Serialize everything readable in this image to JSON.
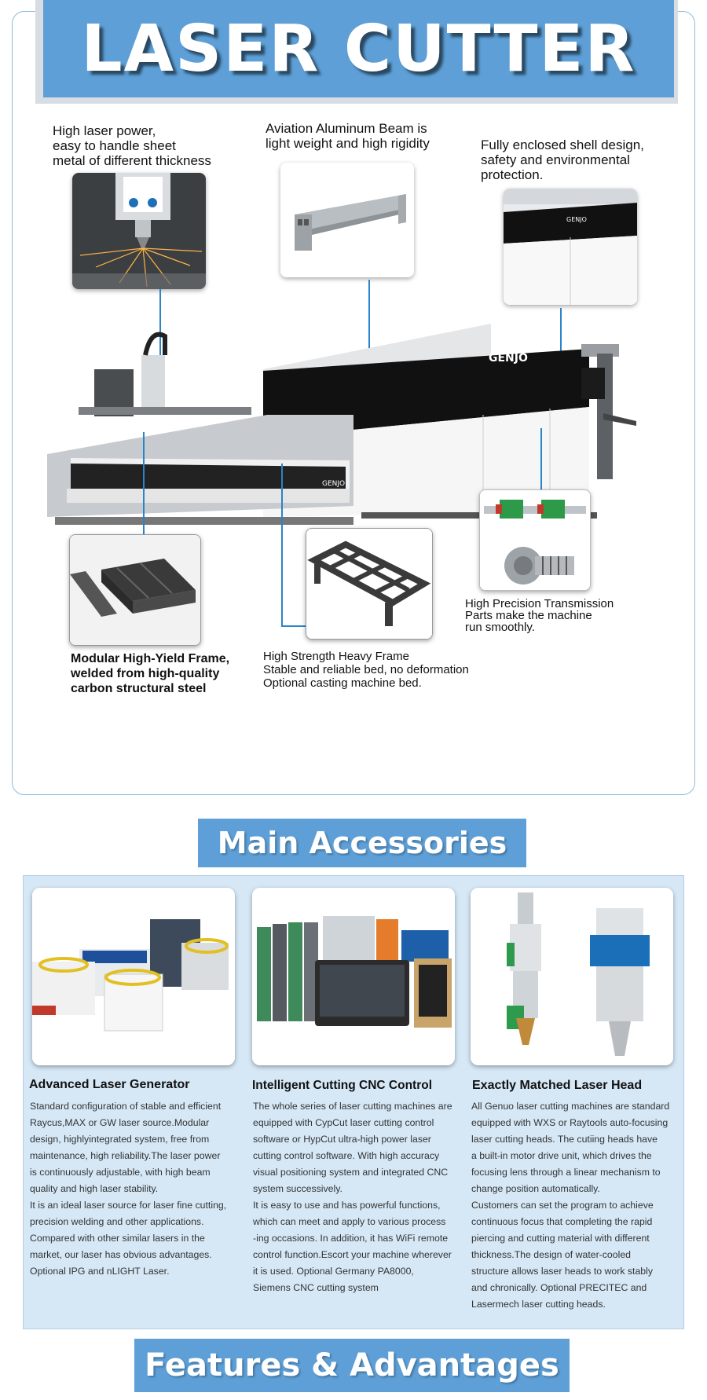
{
  "header": {
    "title": "LASER CUTTER"
  },
  "callouts": {
    "laser_power": [
      "High laser power,",
      "easy to handle sheet",
      "metal of different thickness"
    ],
    "beam": [
      "Aviation Aluminum Beam is",
      "light weight and high rigidity"
    ],
    "shell": [
      "Fully enclosed shell design,",
      "safety and environmental",
      "protection."
    ],
    "transmission": [
      "High Precision Transmission",
      "Parts make the machine",
      "run smoothly."
    ],
    "frame": [
      "Modular High-Yield Frame,",
      "welded from high-quality",
      "carbon structural steel"
    ],
    "bed": [
      "High Strength Heavy Frame",
      "Stable and reliable bed, no deformation",
      "Optional casting machine bed."
    ]
  },
  "machine_brand": "GENJO",
  "accessories": {
    "heading": "Main Accessories",
    "items": [
      {
        "title": "Advanced Laser Generator",
        "body": [
          "Standard configuration of stable and efficient",
          "Raycus,MAX or GW laser source.Modular",
          "design, highlyintegrated system, free from",
          "maintenance, high reliability.The laser power",
          "is continuously adjustable, with high beam",
          "quality and high laser stability.",
          "It is an ideal laser source for laser fine cutting,",
          "precision welding and other applications.",
          "Compared with other similar lasers in the",
          "market, our laser has obvious advantages.",
          "Optional IPG and nLIGHT Laser."
        ]
      },
      {
        "title": "Intelligent Cutting CNC Control",
        "body": [
          "The whole series of laser cutting machines are",
          "equipped with CypCut laser cutting control",
          "software or HypCut ultra-high power laser",
          "cutting control software.   With high accuracy",
          "visual positioning system and integrated CNC",
          "system successively.",
          "It is easy to use and has powerful functions,",
          "which can meet and apply to various process",
          "-ing occasions. In addition, it has WiFi remote",
          "control function.Escort your machine wherever",
          "it is used. Optional Germany PA8000,",
          "Siemens CNC cutting system"
        ]
      },
      {
        "title": "Exactly Matched Laser Head",
        "body": [
          "All Genuo laser cutting machines are standard",
          "equipped with WXS or Raytools auto-focusing",
          "laser cutting heads. The cutiing heads have",
          "a built-in motor drive unit, which drives the",
          "focusing lens through a linear mechanism to",
          "change position automatically.",
          "Customers can set the program to achieve",
          "continuous focus that completing the rapid",
          "piercing and cutting material with different",
          "thickness.The design of water-cooled",
          "structure allows laser heads to work stably",
          "and chronically. Optional PRECITEC and",
          "Lasermech laser cutting heads."
        ]
      }
    ]
  },
  "features": {
    "heading": "Features & Advantages"
  },
  "colors": {
    "banner_blue": "#5d9fd6",
    "line_blue": "#2b84c7",
    "panel_blue": "#d6e8f6"
  }
}
